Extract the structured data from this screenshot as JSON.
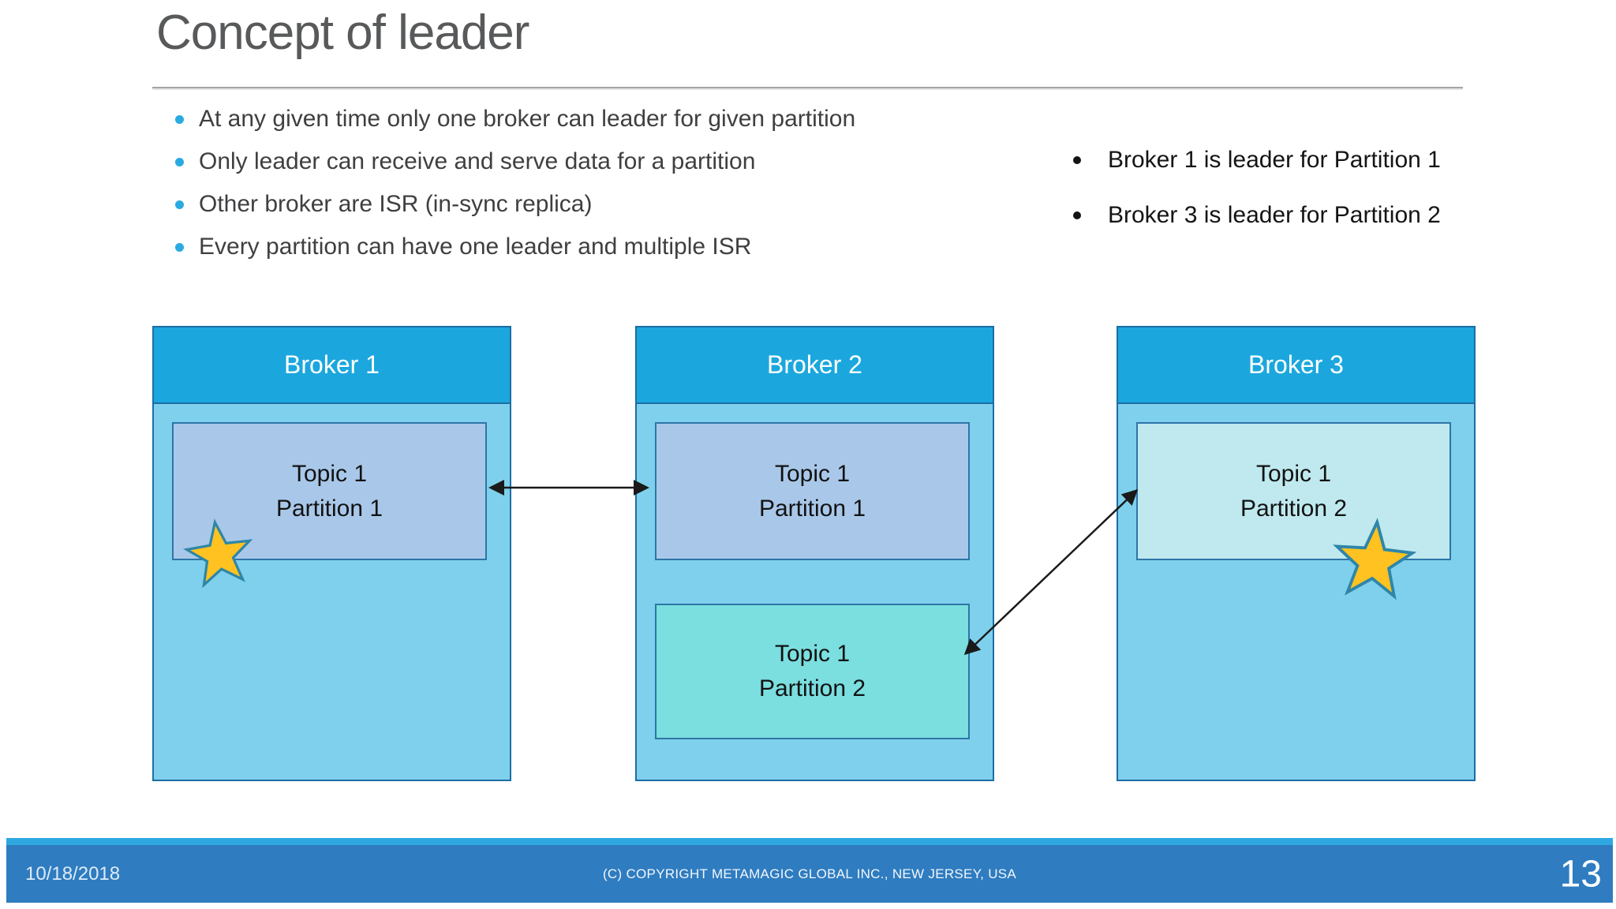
{
  "slide": {
    "title": "Concept of leader",
    "bullets_left": [
      "At any given time only one broker can leader for given partition",
      "Only leader can receive and serve data for a partition",
      "Other broker are ISR (in-sync replica)",
      "Every partition can have one leader and multiple ISR"
    ],
    "bullets_right": [
      "Broker 1 is leader for Partition 1",
      "Broker 3 is leader for Partition 2"
    ],
    "footer": {
      "date": "10/18/2018",
      "copyright": "(C) COPYRIGHT METAMAGIC GLOBAL INC., NEW JERSEY, USA",
      "page_number": "13"
    }
  },
  "diagram": {
    "brokers": [
      {
        "name": "Broker 1",
        "partitions": [
          {
            "topic": "Topic 1",
            "partition": "Partition 1",
            "leader": true
          }
        ]
      },
      {
        "name": "Broker 2",
        "partitions": [
          {
            "topic": "Topic 1",
            "partition": "Partition 1",
            "leader": false
          },
          {
            "topic": "Topic 1",
            "partition": "Partition 2",
            "leader": false
          }
        ]
      },
      {
        "name": "Broker 3",
        "partitions": [
          {
            "topic": "Topic 1",
            "partition": "Partition 2",
            "leader": true
          }
        ]
      }
    ],
    "icons": {
      "leader_star": "star-icon",
      "replication_arrow": "double-headed-arrow"
    },
    "colors": {
      "broker_header": "#1BA7DE",
      "broker_body": "#7ED0EC",
      "broker_border": "#1C6EA4",
      "partition1_fill": "#A9C8E9",
      "partition2_fill": "#7BDEDF",
      "partition2_light_fill": "#BFE9EE",
      "partition_border": "#2E75A8",
      "star_fill": "#FFC220",
      "star_stroke": "#2E86A8",
      "arrow": "#1A1A1A",
      "footer_bar": "#2F7CC0",
      "footer_strip": "#2FA8E1",
      "accent_bullet": "#29ABE2",
      "title_text": "#58595B"
    }
  }
}
